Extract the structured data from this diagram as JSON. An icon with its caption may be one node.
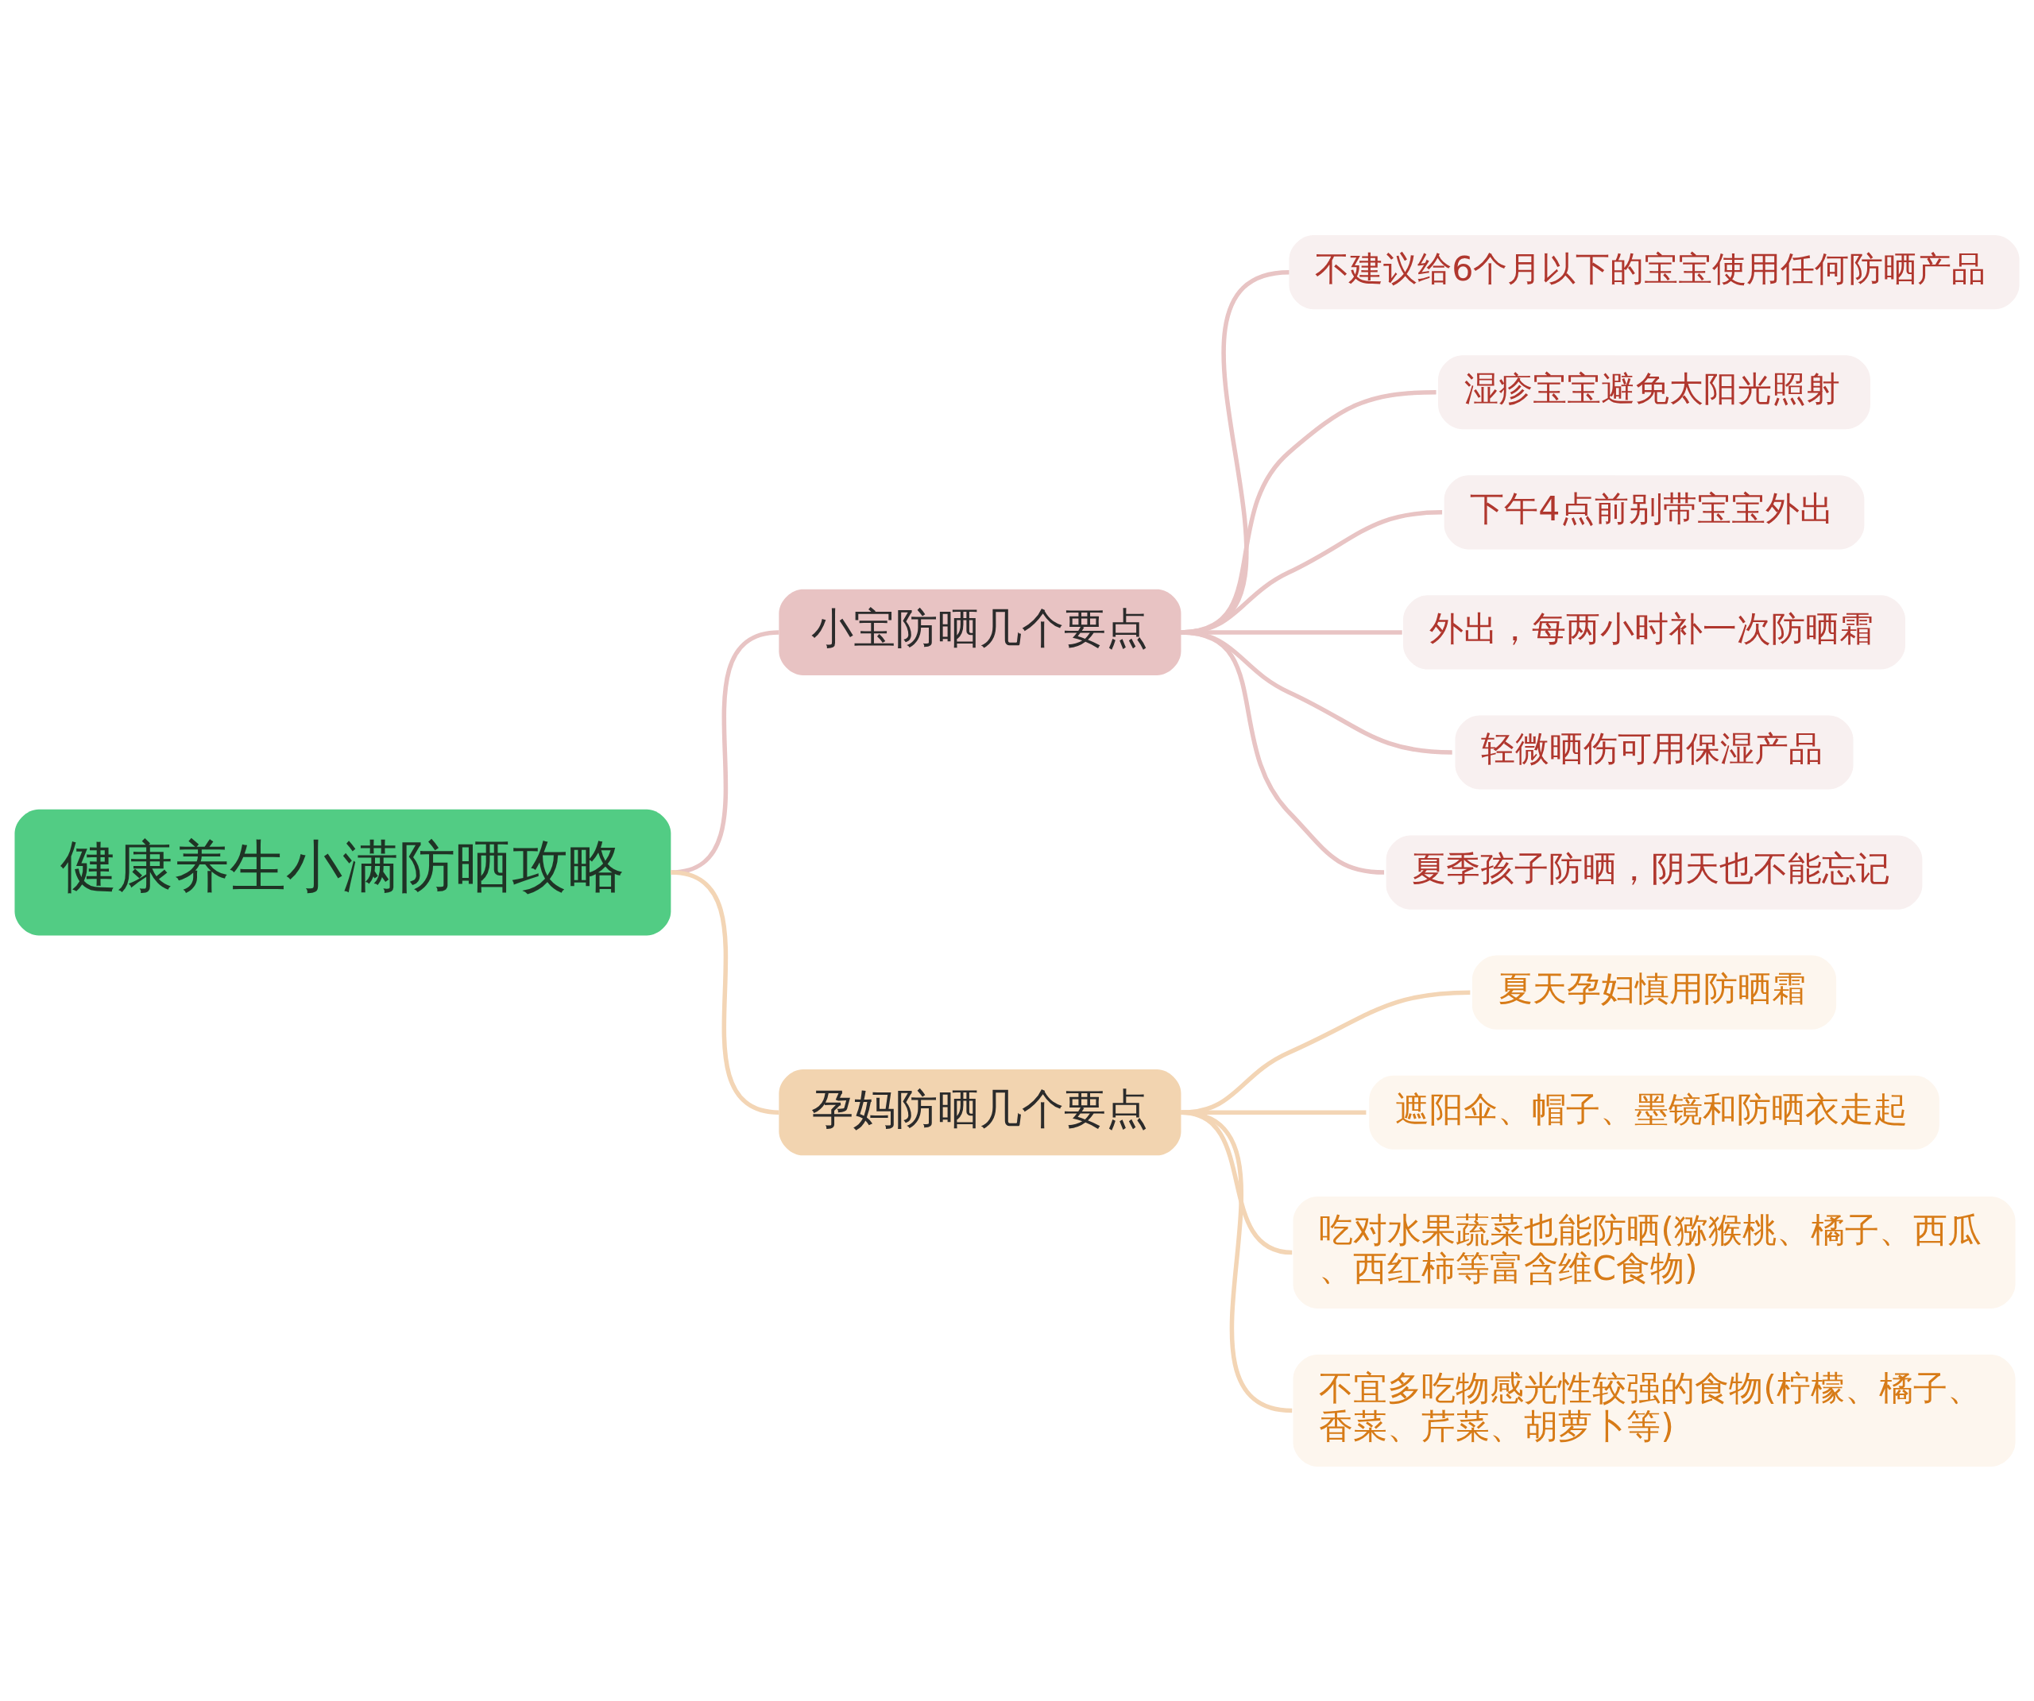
{
  "diagram": {
    "nodes": [
      {
        "text": [
          "健康养生小满防晒攻略"
        ]
      },
      {
        "text": [
          "小宝防晒几个要点"
        ]
      },
      {
        "text": [
          "不建议给6个月以下的宝宝使用任何防晒产品"
        ]
      },
      {
        "text": [
          "湿疹宝宝避免太阳光照射"
        ]
      },
      {
        "text": [
          "下午4点前别带宝宝外出"
        ]
      },
      {
        "text": [
          "外出，每两小时补一次防晒霜"
        ]
      },
      {
        "text": [
          "轻微晒伤可用保湿产品"
        ]
      },
      {
        "text": [
          "夏季孩子防晒，阴天也不能忘记"
        ]
      },
      {
        "text": [
          "孕妈防晒几个要点"
        ]
      },
      {
        "text": [
          "夏天孕妇慎用防晒霜"
        ]
      },
      {
        "text": [
          "遮阳伞、帽子、墨镜和防晒衣走起"
        ]
      },
      {
        "text": [
          "吃对水果蔬菜也能防晒(猕猴桃、橘子、西瓜、西红柿等富含维C食物)"
        ]
      },
      {
        "text": [
          "不宜多吃物感光性较强的食物(柠檬、橘子、香菜、芹菜、胡萝卜等)"
        ]
      }
    ],
    "edges": [
      {
        "from": 0,
        "to": 1,
        "arrow": "none"
      },
      {
        "from": 1,
        "to": 2,
        "arrow": "none"
      },
      {
        "from": 1,
        "to": 3,
        "arrow": "none"
      },
      {
        "from": 1,
        "to": 4,
        "arrow": "none"
      },
      {
        "from": 1,
        "to": 5,
        "arrow": "none"
      },
      {
        "from": 1,
        "to": 6,
        "arrow": "none"
      },
      {
        "from": 1,
        "to": 7,
        "arrow": "none"
      },
      {
        "from": 0,
        "to": 8,
        "arrow": "none",
        "color": "#f3d5b5"
      },
      {
        "from": 8,
        "to": 9,
        "arrow": "none",
        "color": "#f3d5b5"
      },
      {
        "from": 8,
        "to": 10,
        "arrow": "none",
        "color": "#f3d5b5"
      },
      {
        "from": 8,
        "to": 11,
        "arrow": "none",
        "color": "#f3d5b5"
      },
      {
        "from": 8,
        "to": 12,
        "arrow": "none",
        "color": "#f3d5b5"
      }
    ]
  }
}
